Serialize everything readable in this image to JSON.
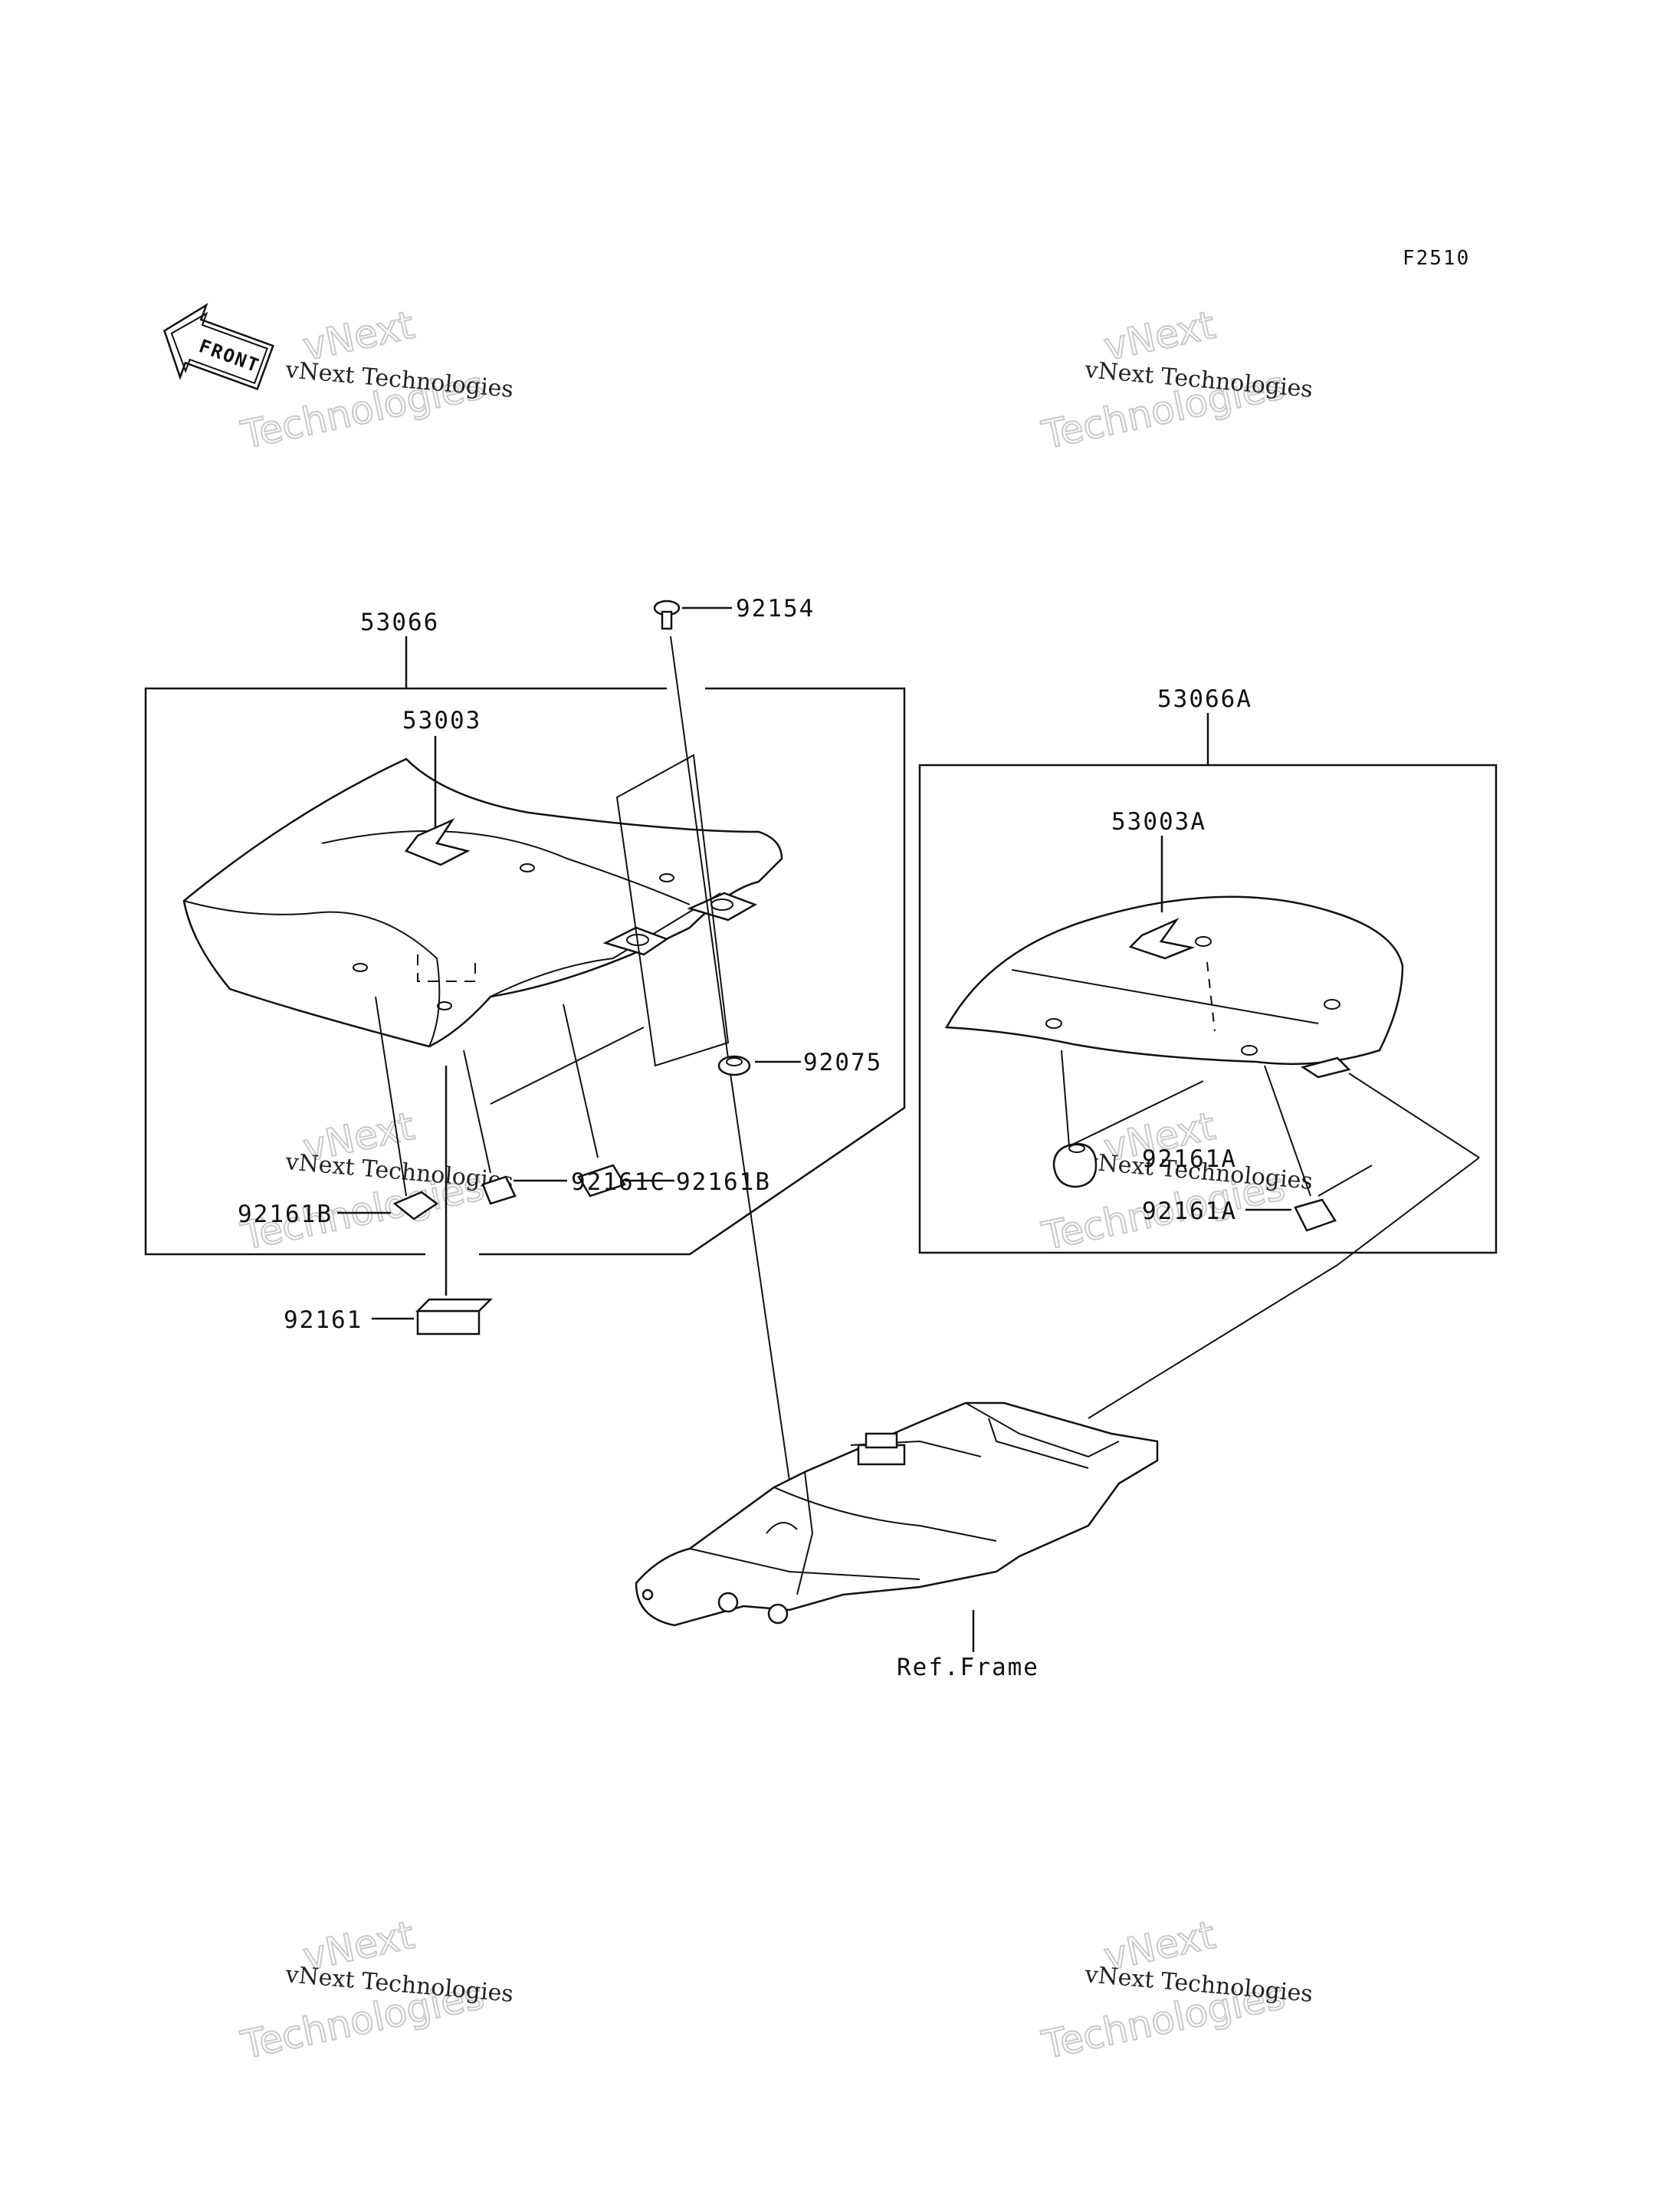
{
  "figure_code": "F2510",
  "front_arrow_text": "FRONT",
  "watermark": {
    "line1": "vNext Technologies",
    "line2": "vNext",
    "line3": "Technologies"
  },
  "labels": {
    "seat_assy": "53066",
    "seat_cover": "53003",
    "bolt": "92154",
    "grommet": "92075",
    "damper_b_left": "92161B",
    "damper_b_right": "92161B",
    "damper_c": "92161C",
    "damper": "92161",
    "rear_seat_assy": "53066A",
    "rear_seat_cover": "53003A",
    "damper_a_upper": "92161A",
    "damper_a_lower": "92161A",
    "frame_ref": "Ref.Frame"
  }
}
